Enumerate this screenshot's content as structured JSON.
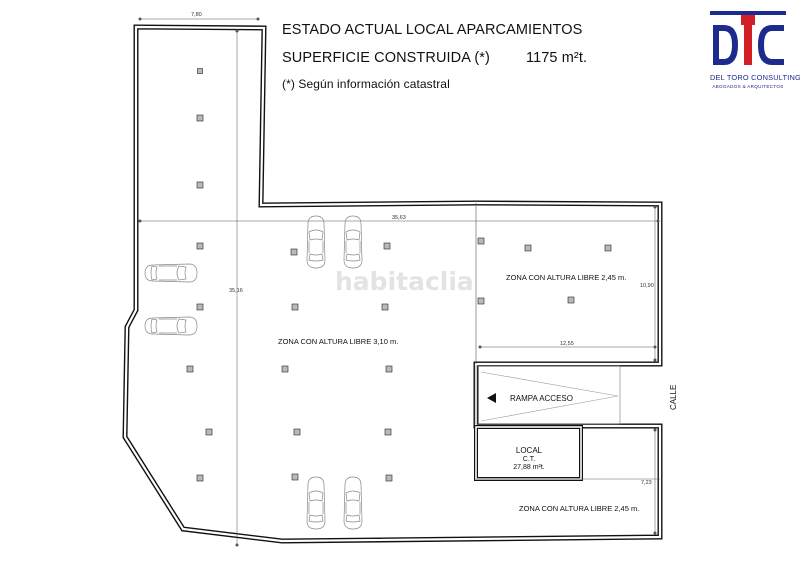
{
  "header": {
    "title": "ESTADO ACTUAL LOCAL APARCAMIENTOS",
    "surface_label": "SUPERFICIE CONSTRUIDA (*)",
    "surface_value": "1175 m²t.",
    "note": "(*) Según información catastral"
  },
  "logo": {
    "name": "DEL TORO CONSULTING",
    "subtitle": "ABOGADOS & ARQUITECTOS",
    "colors": {
      "blue": "#1d2a8e",
      "red": "#d41f26"
    }
  },
  "watermark": "habitaclia",
  "plan": {
    "zone_main": "ZONA CON ALTURA LIBRE 3,10 m.",
    "zone_upper_right": "ZONA CON ALTURA LIBRE 2,45 m.",
    "zone_lower_right": "ZONA CON ALTURA LIBRE 2,45 m.",
    "ramp": "RAMPA ACCESO",
    "street": "CALLE",
    "local_title": "LOCAL",
    "local_ct": "C.T.",
    "local_area": "27,88 m²t."
  },
  "dimensions": {
    "top_width": "7,80",
    "total_width": "35,63",
    "total_height": "35,16",
    "upper_zone_height": "10,90",
    "upper_zone_width": "12,55",
    "lower_zone_height": "7,23"
  }
}
